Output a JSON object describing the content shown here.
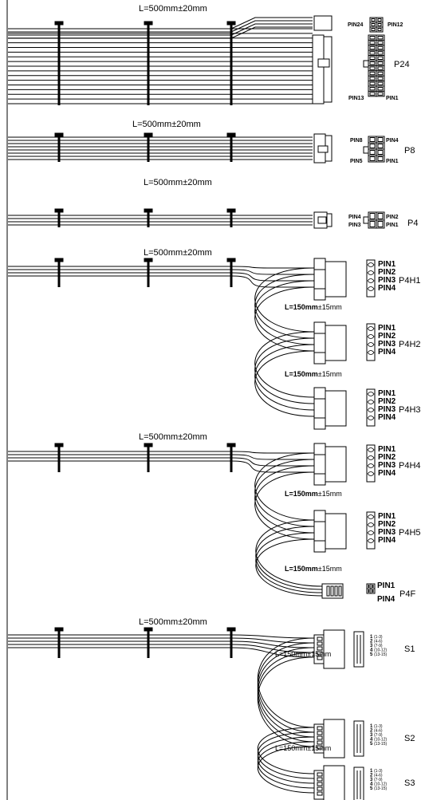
{
  "lengths": {
    "main": "L=500mm±20mm",
    "molex_bold": "L=150mm",
    "molex_tol": "±15mm",
    "sata": "L=150mm±15mm"
  },
  "connectors": {
    "p24": {
      "name": "P24",
      "pin24": "PIN24",
      "pin12": "PIN12",
      "pin13": "PIN13",
      "pin1": "PIN1"
    },
    "p8": {
      "name": "P8",
      "pin8": "PIN8",
      "pin4": "PIN4",
      "pin5": "PIN5",
      "pin1": "PIN1"
    },
    "p4": {
      "name": "P4",
      "pin4": "PIN4",
      "pin2": "PIN2",
      "pin3": "PIN3",
      "pin1": "PIN1"
    },
    "molex_pins": [
      "PIN1",
      "PIN2",
      "PIN3",
      "PIN4"
    ],
    "molex_names": [
      "P4H1",
      "P4H2",
      "P4H3",
      "P4H4",
      "P4H5"
    ],
    "p4f": {
      "name": "P4F",
      "pin1": "PIN1",
      "pin4": "PIN4"
    },
    "sata_names": [
      "S1",
      "S2",
      "S3"
    ],
    "sata_pins": [
      {
        "num": "1",
        "range": "(1-3)"
      },
      {
        "num": "2",
        "range": "(4-6)"
      },
      {
        "num": "3",
        "range": "(7-9)"
      },
      {
        "num": "4",
        "range": "(10-12)"
      },
      {
        "num": "5",
        "range": "(13-15)"
      }
    ]
  }
}
